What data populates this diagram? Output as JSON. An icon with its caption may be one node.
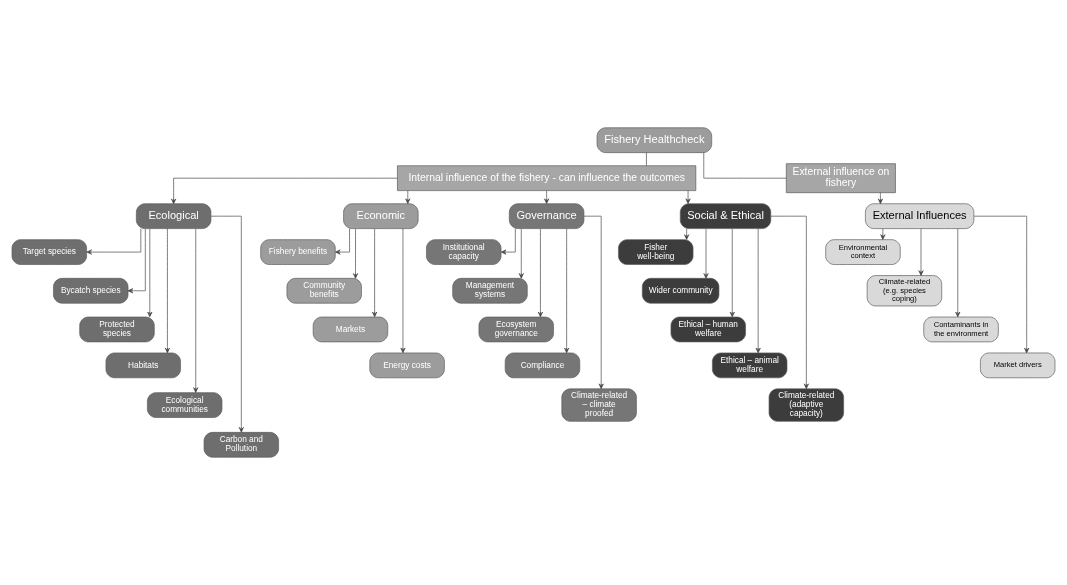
{
  "diagram": {
    "nodes": [
      {
        "text": [
          "Fishery Healthcheck"
        ]
      },
      {
        "text": [
          "Internal influence of the fishery - can influence the outcomes"
        ]
      },
      {
        "text": [
          "External influence on fishery"
        ]
      },
      {
        "text": [
          "Ecological"
        ]
      },
      {
        "text": [
          "Economic"
        ]
      },
      {
        "text": [
          "Governance"
        ]
      },
      {
        "text": [
          "Social & Ethical"
        ]
      },
      {
        "text": [
          "External Influences"
        ]
      },
      {
        "text": [
          "Target species"
        ]
      },
      {
        "text": [
          "Bycatch species"
        ]
      },
      {
        "text": [
          "Protected species"
        ]
      },
      {
        "text": [
          "Habitats"
        ]
      },
      {
        "text": [
          "Ecological communities"
        ]
      },
      {
        "text": [
          "Carbon and Pollution"
        ]
      },
      {
        "text": [
          "Fishery benefits"
        ]
      },
      {
        "text": [
          "Community benefits"
        ]
      },
      {
        "text": [
          "Markets"
        ]
      },
      {
        "text": [
          "Energy costs"
        ]
      },
      {
        "text": [
          "Institutional capacity"
        ]
      },
      {
        "text": [
          "Management systems"
        ]
      },
      {
        "text": [
          "Ecosystem governance"
        ]
      },
      {
        "text": [
          "Compliance"
        ]
      },
      {
        "text": [
          "Climate-related – climate proofed"
        ]
      },
      {
        "text": [
          "Fisher well-being"
        ]
      },
      {
        "text": [
          "Wider community"
        ]
      },
      {
        "text": [
          "Ethical – human welfare"
        ]
      },
      {
        "text": [
          "Ethical – animal welfare"
        ]
      },
      {
        "text": [
          "Climate-related (adaptive capacity)"
        ]
      },
      {
        "text": [
          "Environmental context"
        ]
      },
      {
        "text": [
          "Climate-related (e.g. species coping)"
        ]
      },
      {
        "text": [
          "Contaminants in the environment"
        ]
      },
      {
        "text": [
          "Market drivers"
        ]
      }
    ],
    "edges": [
      {
        "from": 0,
        "to": 1,
        "arrow": "none"
      },
      {
        "from": 0,
        "to": 2,
        "arrow": "none"
      },
      {
        "from": 1,
        "to": 3,
        "arrow": "to"
      },
      {
        "from": 1,
        "to": 4,
        "arrow": "to"
      },
      {
        "from": 1,
        "to": 5,
        "arrow": "to"
      },
      {
        "from": 1,
        "to": 6,
        "arrow": "to"
      },
      {
        "from": 2,
        "to": 7,
        "arrow": "to"
      },
      {
        "from": 3,
        "to": 8,
        "arrow": "to"
      },
      {
        "from": 3,
        "to": 9,
        "arrow": "to"
      },
      {
        "from": 3,
        "to": 10,
        "arrow": "to"
      },
      {
        "from": 3,
        "to": 11,
        "arrow": "to"
      },
      {
        "from": 3,
        "to": 12,
        "arrow": "to"
      },
      {
        "from": 3,
        "to": 13,
        "arrow": "to"
      },
      {
        "from": 4,
        "to": 14,
        "arrow": "to"
      },
      {
        "from": 4,
        "to": 15,
        "arrow": "to"
      },
      {
        "from": 4,
        "to": 16,
        "arrow": "to"
      },
      {
        "from": 4,
        "to": 17,
        "arrow": "to"
      },
      {
        "from": 5,
        "to": 18,
        "arrow": "to"
      },
      {
        "from": 5,
        "to": 19,
        "arrow": "to"
      },
      {
        "from": 5,
        "to": 20,
        "arrow": "to"
      },
      {
        "from": 5,
        "to": 21,
        "arrow": "to"
      },
      {
        "from": 5,
        "to": 22,
        "arrow": "to"
      },
      {
        "from": 6,
        "to": 23,
        "arrow": "to"
      },
      {
        "from": 6,
        "to": 24,
        "arrow": "to"
      },
      {
        "from": 6,
        "to": 25,
        "arrow": "to"
      },
      {
        "from": 6,
        "to": 26,
        "arrow": "to"
      },
      {
        "from": 6,
        "to": 27,
        "arrow": "to"
      },
      {
        "from": 7,
        "to": 28,
        "arrow": "to"
      },
      {
        "from": 7,
        "to": 29,
        "arrow": "to"
      },
      {
        "from": 7,
        "to": 30,
        "arrow": "to"
      },
      {
        "from": 7,
        "to": 31,
        "arrow": "to"
      }
    ]
  }
}
